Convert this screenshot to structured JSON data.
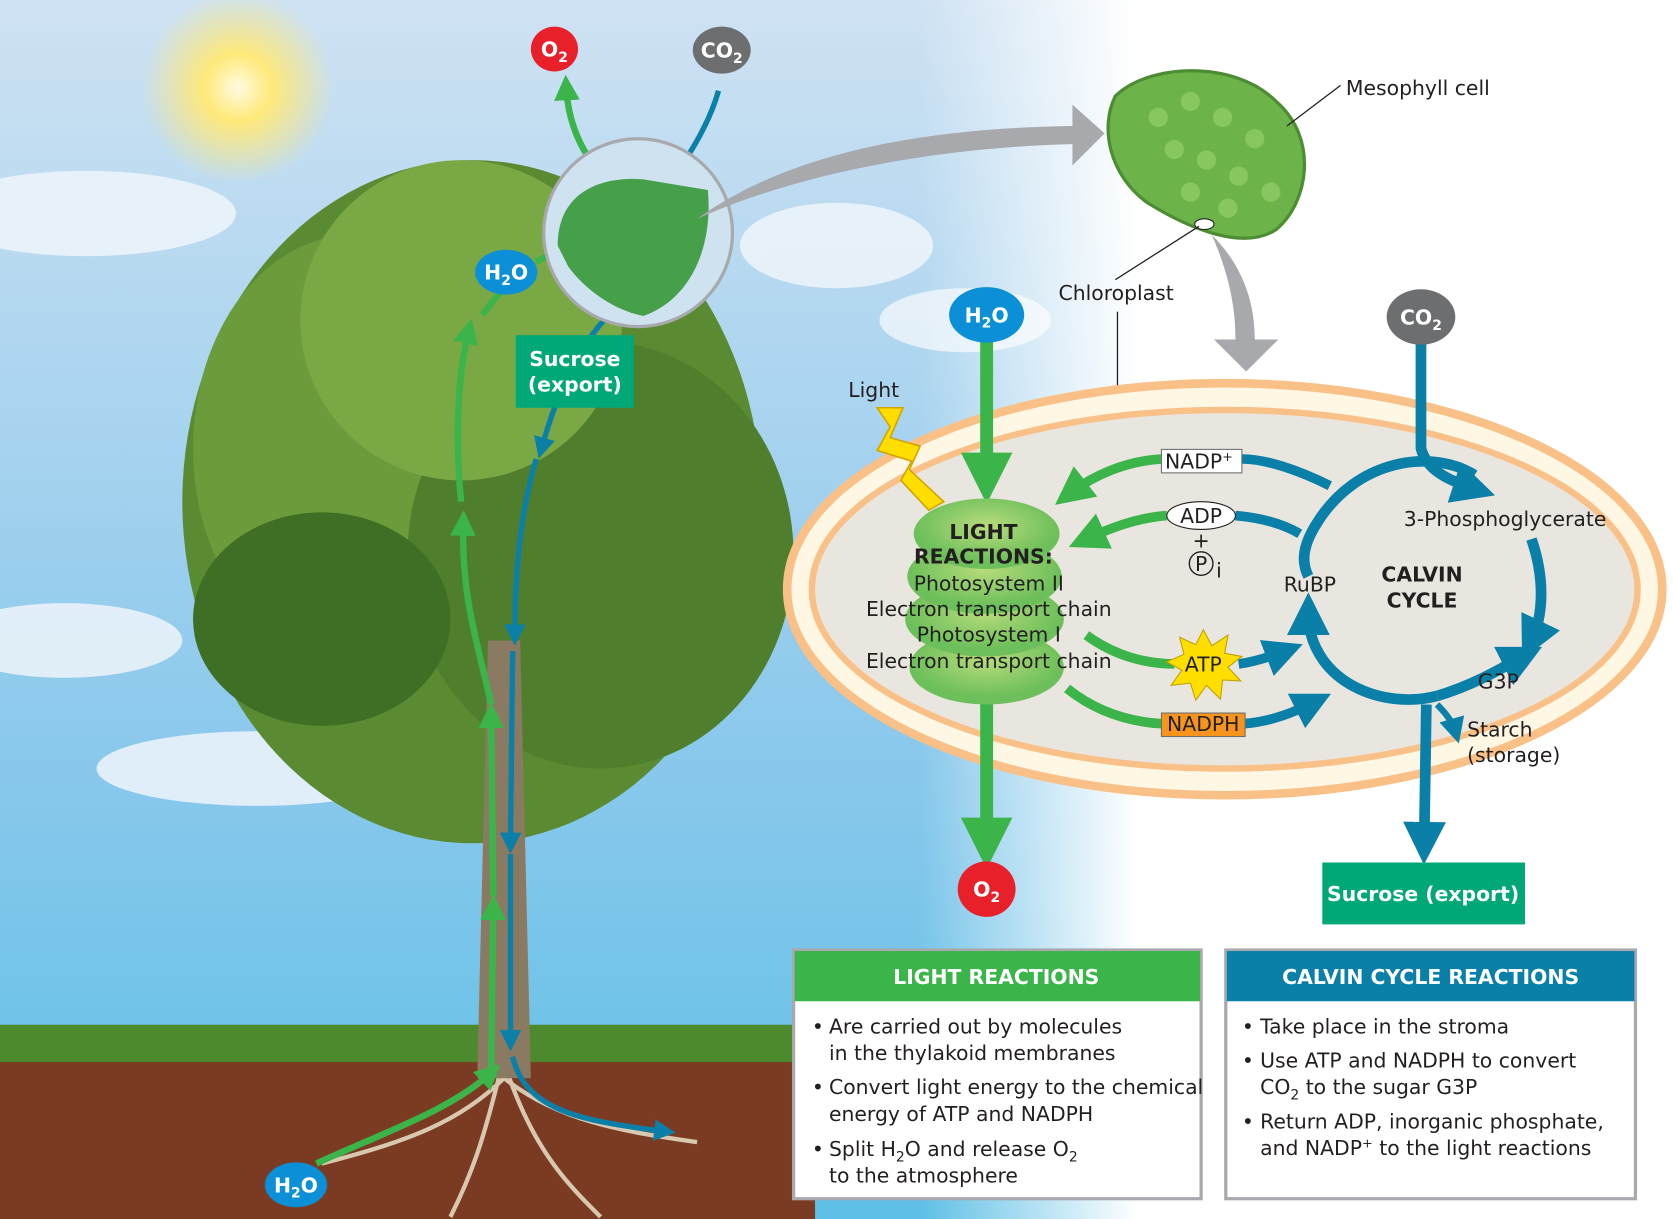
{
  "colors": {
    "light_green": "#3bb44a",
    "calvin_blue": "#0a7fa8",
    "sucrose_teal": "#00a878",
    "oxygen_red": "#e8202a",
    "co2_gray": "#6d6e70",
    "water_blue": "#0b8fd6",
    "nadph_orange": "#f7941d",
    "atp_yellow": "#ffde00"
  },
  "tree": {
    "o2": {
      "main": "O",
      "sub": "2"
    },
    "co2": {
      "main": "CO",
      "sub": "2"
    },
    "h2o_leaf": {
      "main": "H",
      "sub": "2",
      "tail": "O"
    },
    "h2o_root": {
      "main": "H",
      "sub": "2",
      "tail": "O"
    },
    "sucrose_line1": "Sucrose",
    "sucrose_line2": "(export)"
  },
  "labels": {
    "mesophyll": "Mesophyll cell",
    "chloroplast": "Chloroplast",
    "light": "Light"
  },
  "chloroplast": {
    "h2o": {
      "main": "H",
      "sub": "2",
      "tail": "O"
    },
    "o2": {
      "main": "O",
      "sub": "2"
    },
    "co2": {
      "main": "CO",
      "sub": "2"
    },
    "light_title1": "LIGHT",
    "light_title2": "REACTIONS:",
    "light_steps": [
      "Photosystem II",
      "Electron transport chain",
      "Photosystem I",
      "Electron transport chain"
    ],
    "nadp": {
      "main": "NADP",
      "sup": "+"
    },
    "adp": "ADP",
    "plus": "+",
    "pi": {
      "main": "P",
      "sub": "i"
    },
    "atp": "ATP",
    "nadph": "NADPH",
    "rubp": "RuBP",
    "calvin1": "CALVIN",
    "calvin2": "CYCLE",
    "pga": "3-Phosphoglycerate",
    "g3p": "G3P",
    "starch1": "Starch",
    "starch2": "(storage)",
    "sucrose_export": "Sucrose (export)"
  },
  "light_box": {
    "title": "LIGHT REACTIONS",
    "bullets": [
      [
        "Are carried out by molecules",
        "in the thylakoid membranes"
      ],
      [
        "Convert light energy to the chemical",
        "energy of ATP and NADPH"
      ],
      [
        "Split H",
        "2",
        " and release O",
        "2",
        "to the atmosphere"
      ]
    ]
  },
  "calvin_box": {
    "title": "CALVIN CYCLE REACTIONS",
    "bullets": [
      [
        "Take place in the stroma"
      ],
      [
        "Use ATP and NADPH to convert",
        "CO",
        "2",
        " to the sugar G3P"
      ],
      [
        "Return ADP, inorganic phosphate,",
        "and NADP",
        "+",
        " to the light reactions"
      ]
    ]
  }
}
